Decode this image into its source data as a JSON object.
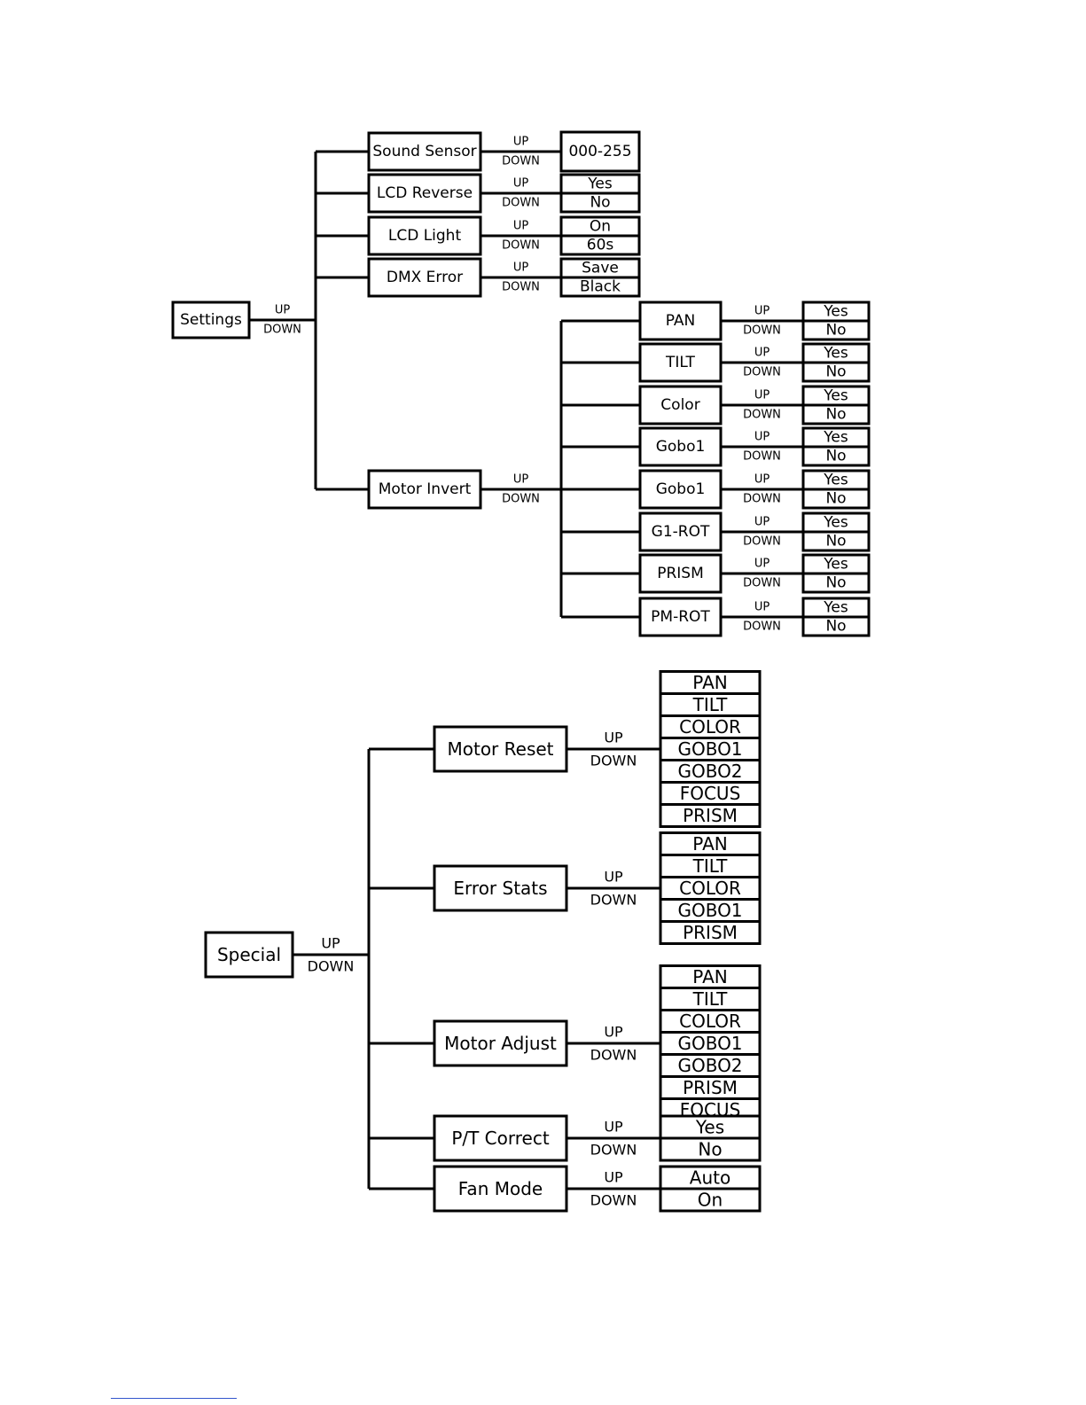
{
  "arrow": {
    "up": "UP",
    "down": "DOWN"
  },
  "settings": {
    "root": "Settings",
    "items": [
      {
        "label": "Sound Sensor",
        "options": [
          "000-255"
        ]
      },
      {
        "label": "LCD Reverse",
        "options": [
          "Yes",
          "No"
        ]
      },
      {
        "label": "LCD Light",
        "options": [
          "On",
          "60s"
        ]
      },
      {
        "label": "DMX Error",
        "options": [
          "Save",
          "Black"
        ]
      },
      {
        "label": "Motor Invert",
        "options": []
      }
    ],
    "motor_invert": [
      {
        "label": "PAN",
        "options": [
          "Yes",
          "No"
        ]
      },
      {
        "label": "TILT",
        "options": [
          "Yes",
          "No"
        ]
      },
      {
        "label": "Color",
        "options": [
          "Yes",
          "No"
        ]
      },
      {
        "label": "Gobo1",
        "options": [
          "Yes",
          "No"
        ]
      },
      {
        "label": "Gobo1",
        "options": [
          "Yes",
          "No"
        ]
      },
      {
        "label": "G1-ROT",
        "options": [
          "Yes",
          "No"
        ]
      },
      {
        "label": "PRISM",
        "options": [
          "Yes",
          "No"
        ]
      },
      {
        "label": "PM-ROT",
        "options": [
          "Yes",
          "No"
        ]
      }
    ]
  },
  "special": {
    "root": "Special",
    "items": [
      {
        "label": "Motor Reset",
        "options": [
          "PAN",
          "TILT",
          "COLOR",
          "GOBO1",
          "GOBO2",
          "FOCUS",
          "PRISM"
        ]
      },
      {
        "label": "Error Stats",
        "options": [
          "PAN",
          "TILT",
          "COLOR",
          "GOBO1",
          "PRISM"
        ]
      },
      {
        "label": "Motor Adjust",
        "options": [
          "PAN",
          "TILT",
          "COLOR",
          "GOBO1",
          "GOBO2",
          "PRISM",
          "FOCUS"
        ]
      },
      {
        "label": "P/T Correct",
        "options": [
          "Yes",
          "No"
        ]
      },
      {
        "label": "Fan Mode",
        "options": [
          "Auto",
          "On"
        ]
      }
    ]
  }
}
